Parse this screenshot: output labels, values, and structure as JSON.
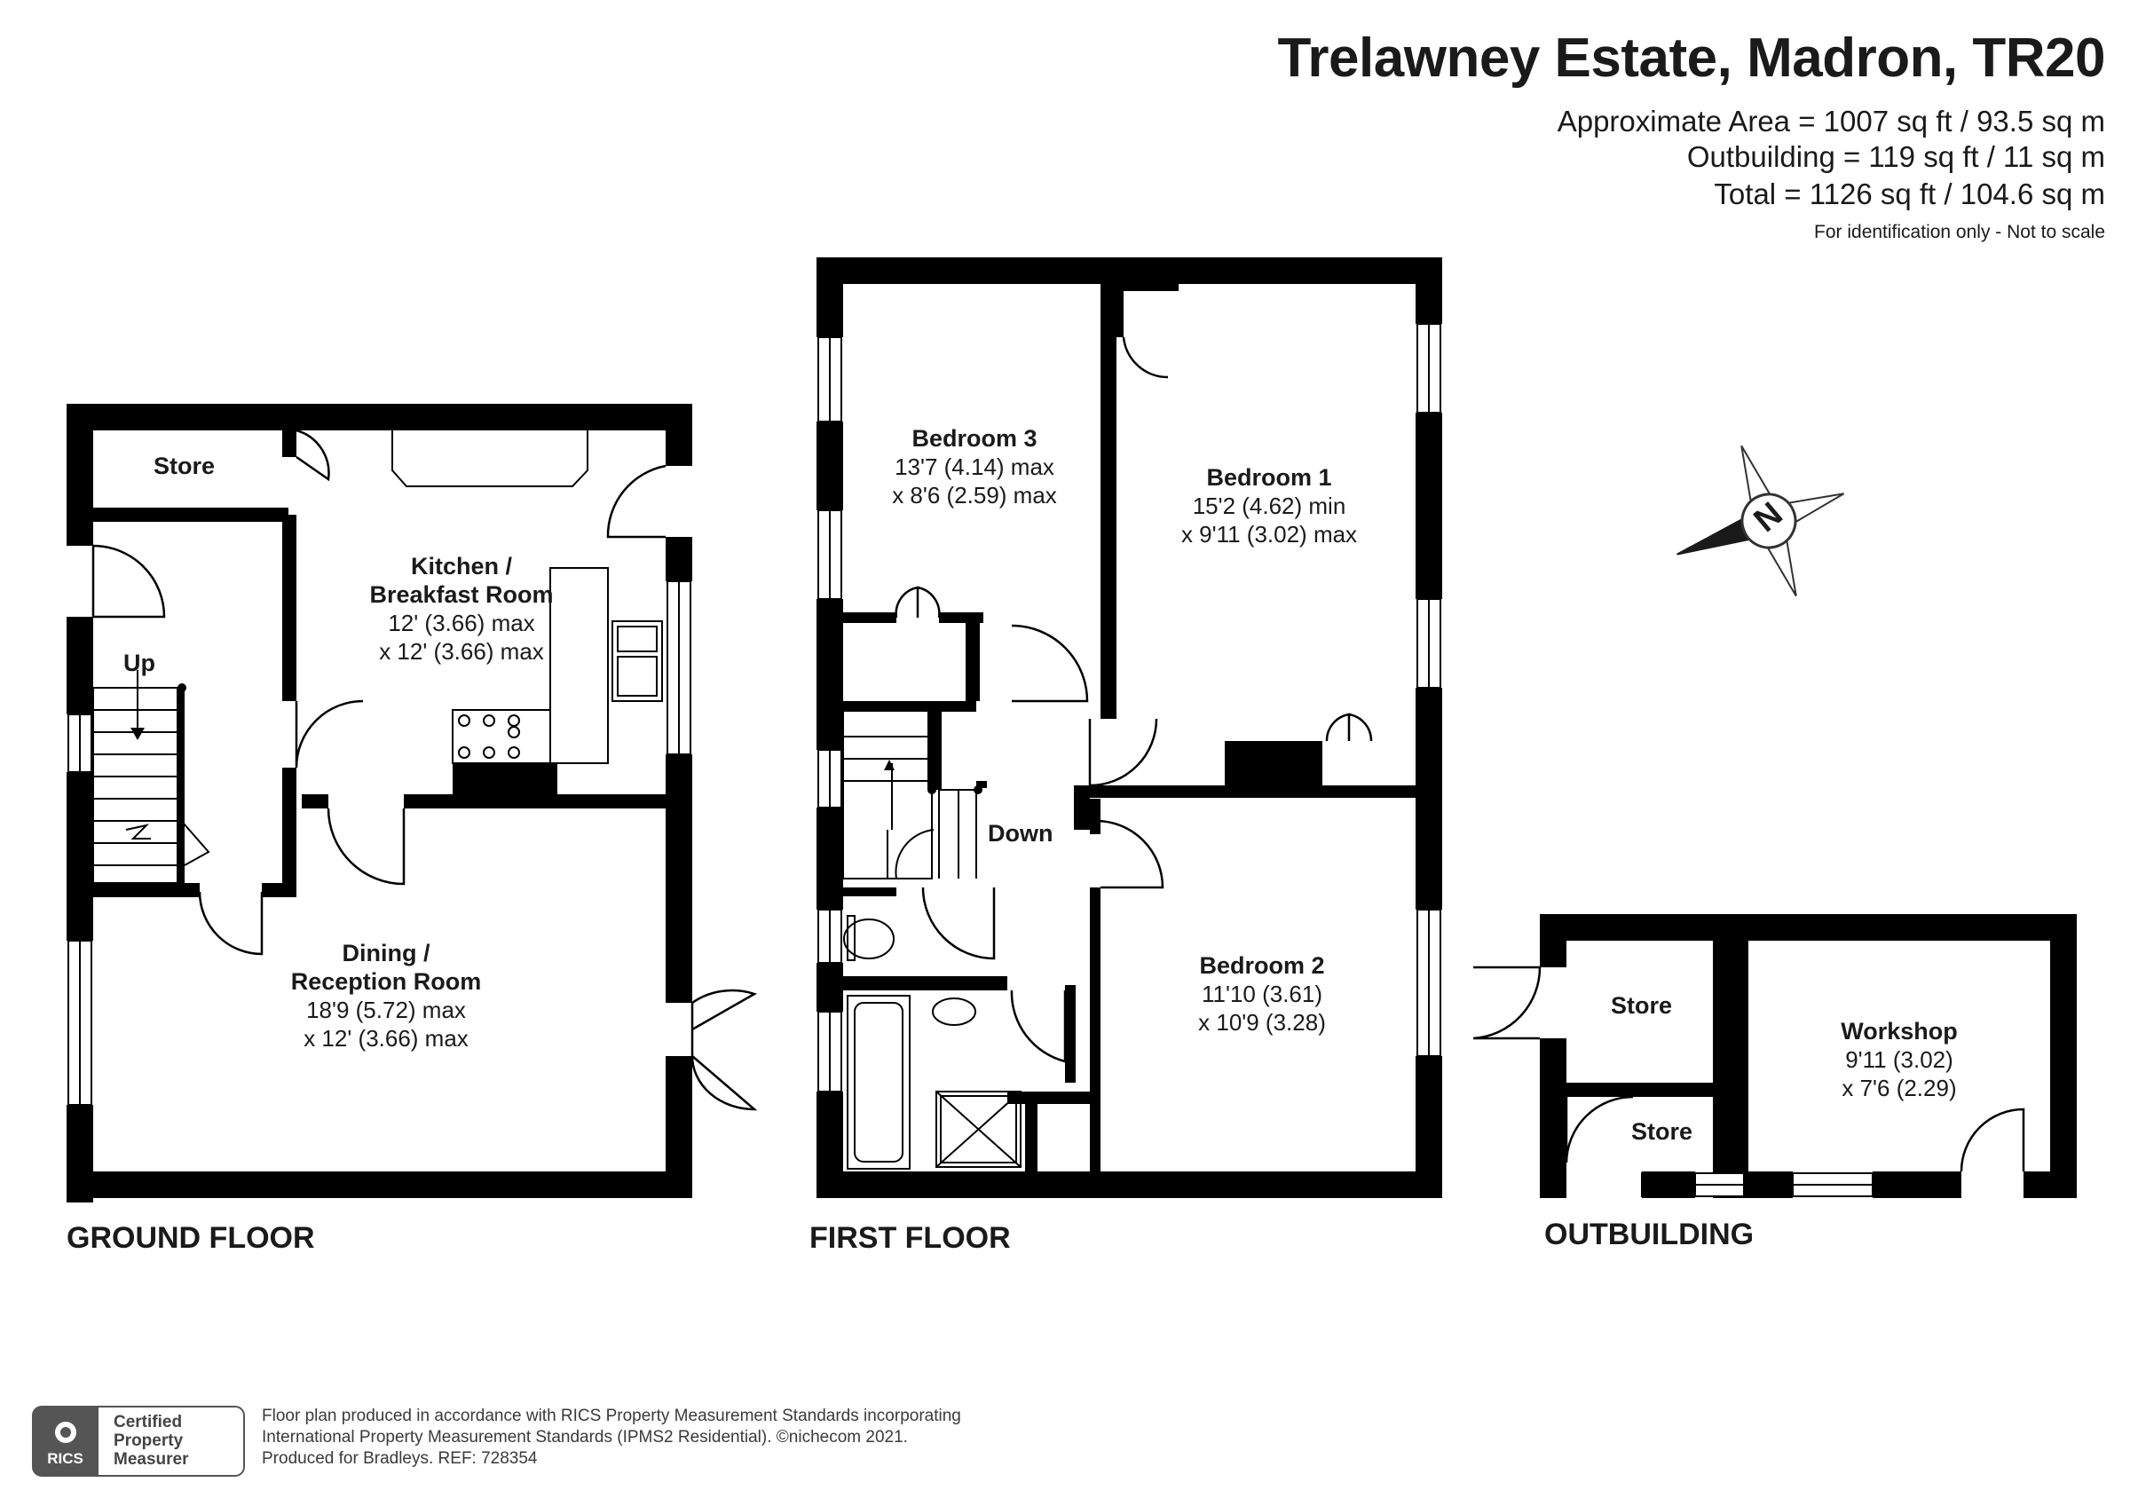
{
  "header": {
    "title": "Trelawney Estate, Madron, TR20",
    "approx_area": "Approximate Area = 1007 sq ft / 93.5 sq m",
    "outbuilding_area": "Outbuilding = 119 sq ft / 11 sq m",
    "total_area": "Total = 1126 sq ft / 104.6 sq m",
    "disclaimer": "For identification only - Not to scale"
  },
  "floors": {
    "ground": "GROUND FLOOR",
    "first": "FIRST FLOOR",
    "outbuilding": "OUTBUILDING"
  },
  "rooms": {
    "store_ground": {
      "name": "Store"
    },
    "kitchen": {
      "name1": "Kitchen /",
      "name2": "Breakfast Room",
      "dim1": "12' (3.66) max",
      "dim2": "x 12' (3.66) max"
    },
    "dining": {
      "name1": "Dining /",
      "name2": "Reception Room",
      "dim1": "18'9 (5.72) max",
      "dim2": "x 12' (3.66) max"
    },
    "up": "Up",
    "bedroom3": {
      "name": "Bedroom 3",
      "dim1": "13'7 (4.14) max",
      "dim2": "x 8'6 (2.59) max"
    },
    "bedroom1": {
      "name": "Bedroom 1",
      "dim1": "15'2 (4.62) min",
      "dim2": "x 9'11 (3.02) max"
    },
    "bedroom2": {
      "name": "Bedroom 2",
      "dim1": "11'10 (3.61)",
      "dim2": "x 10'9 (3.28)"
    },
    "down": "Down",
    "store_out1": {
      "name": "Store"
    },
    "store_out2": {
      "name": "Store"
    },
    "workshop": {
      "name": "Workshop",
      "dim1": "9'11 (3.02)",
      "dim2": "x 7'6 (2.29)"
    }
  },
  "compass": {
    "letter": "N"
  },
  "footer": {
    "badge_line1": "Certified",
    "badge_line2": "Property",
    "badge_line3": "Measurer",
    "badge_logo": "RICS",
    "line1": "Floor plan produced in accordance with RICS Property Measurement Standards incorporating",
    "line2": "International Property Measurement Standards (IPMS2 Residential).  ©nichecom 2021.",
    "line3": "Produced for Bradleys.   REF: 728354"
  }
}
